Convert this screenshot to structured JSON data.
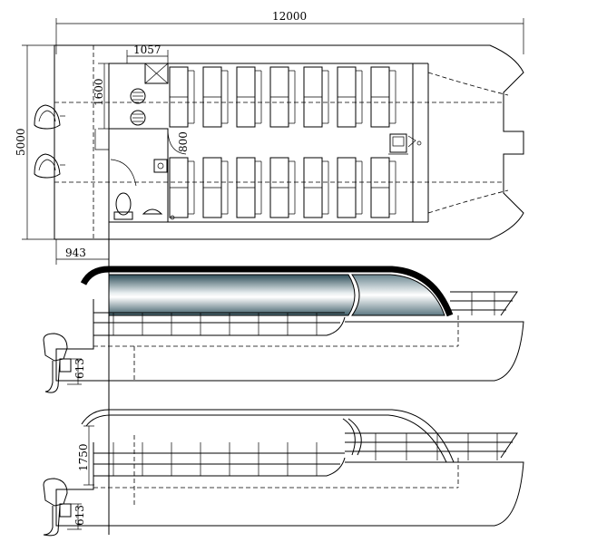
{
  "drawing": {
    "dimensions": {
      "overall_length": "12000",
      "overall_beam": "5000",
      "cabin_width": "1057",
      "cabin_depth": "1600",
      "door_width": "800",
      "transom_offset": "943",
      "side_height": "1750",
      "motor_height_upper": "613",
      "motor_height_lower": "613"
    },
    "plan": {
      "seat_columns": 7
    },
    "colors": {
      "line": "#000000",
      "canopy_dark": "#2f4f5a",
      "canopy_light": "#ffffff"
    }
  }
}
